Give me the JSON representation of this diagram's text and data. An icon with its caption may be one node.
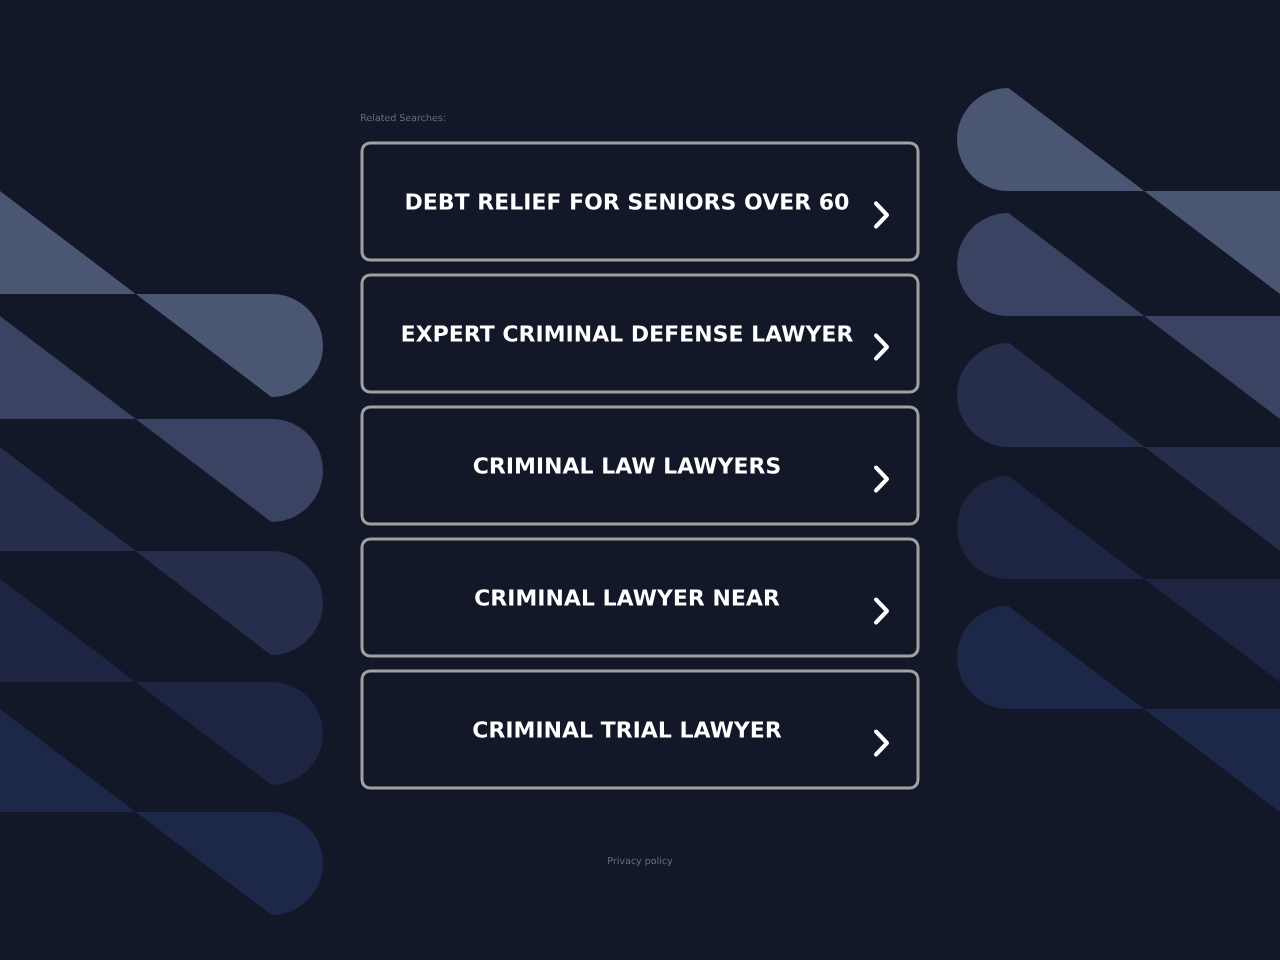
{
  "diagram": {
    "nodes": [
      {
        "text": [
          "DEBT RELIEF FOR SENIORS OVER 60"
        ]
      },
      {
        "text": [
          "EXPERT CRIMINAL DEFENSE LAWYER"
        ]
      },
      {
        "text": [
          "CRIMINAL LAW LAWYERS"
        ]
      },
      {
        "text": [
          "CRIMINAL LAWYER NEAR"
        ]
      },
      {
        "text": [
          "CRIMINAL TRIAL LAWYER"
        ]
      }
    ],
    "labels": [
      "Related Searches:",
      "Privacy policy"
    ]
  }
}
